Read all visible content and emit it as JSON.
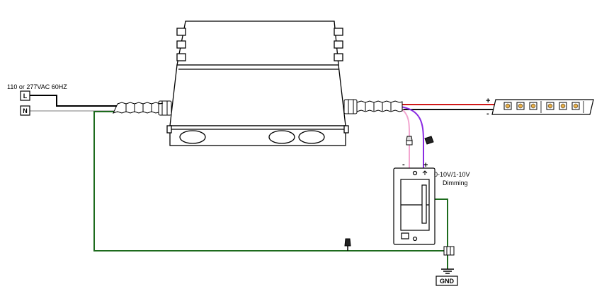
{
  "input_label": "110 or 277VAC 60HZ",
  "line_terminal": "L",
  "neutral_terminal": "N",
  "output_positive": "+",
  "output_negative": "-",
  "dimmer_negative": "-",
  "dimmer_positive": "+",
  "dimming_label_line1": "0-10V/1-10V",
  "dimming_label_line2": "Dimming",
  "ground_label": "GND",
  "colors": {
    "line_wire": "#000000",
    "neutral_wire": "#bdbdbd",
    "ground_wire": "#1d6b1d",
    "positive_wire": "#d01818",
    "negative_wire": "#111111",
    "dim_positive_wire": "#8a2be2",
    "dim_negative_wire": "#f3a6d0"
  }
}
